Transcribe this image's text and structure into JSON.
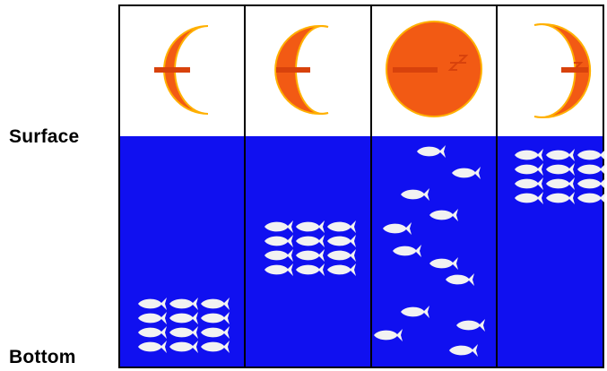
{
  "labels": {
    "surface": "Surface",
    "bottom": "Bottom"
  },
  "colors": {
    "sky": "#ffffff",
    "water": "#1010f0",
    "moon_fill": "#f25a14",
    "moon_shade": "#d8420c",
    "moon_rim": "#ffb000",
    "fish": "#f2f2f2",
    "border": "#000000"
  },
  "panels": [
    {
      "moon": "waxing-crescent",
      "fish_layout": "school-near-bottom"
    },
    {
      "moon": "first-quarter-crescent",
      "fish_layout": "school-mid-water"
    },
    {
      "moon": "full-moon",
      "fish_layout": "scattered-throughout"
    },
    {
      "moon": "waning-crescent",
      "fish_layout": "school-near-surface"
    }
  ],
  "icons": [
    "moon-icon",
    "fish-icon"
  ]
}
